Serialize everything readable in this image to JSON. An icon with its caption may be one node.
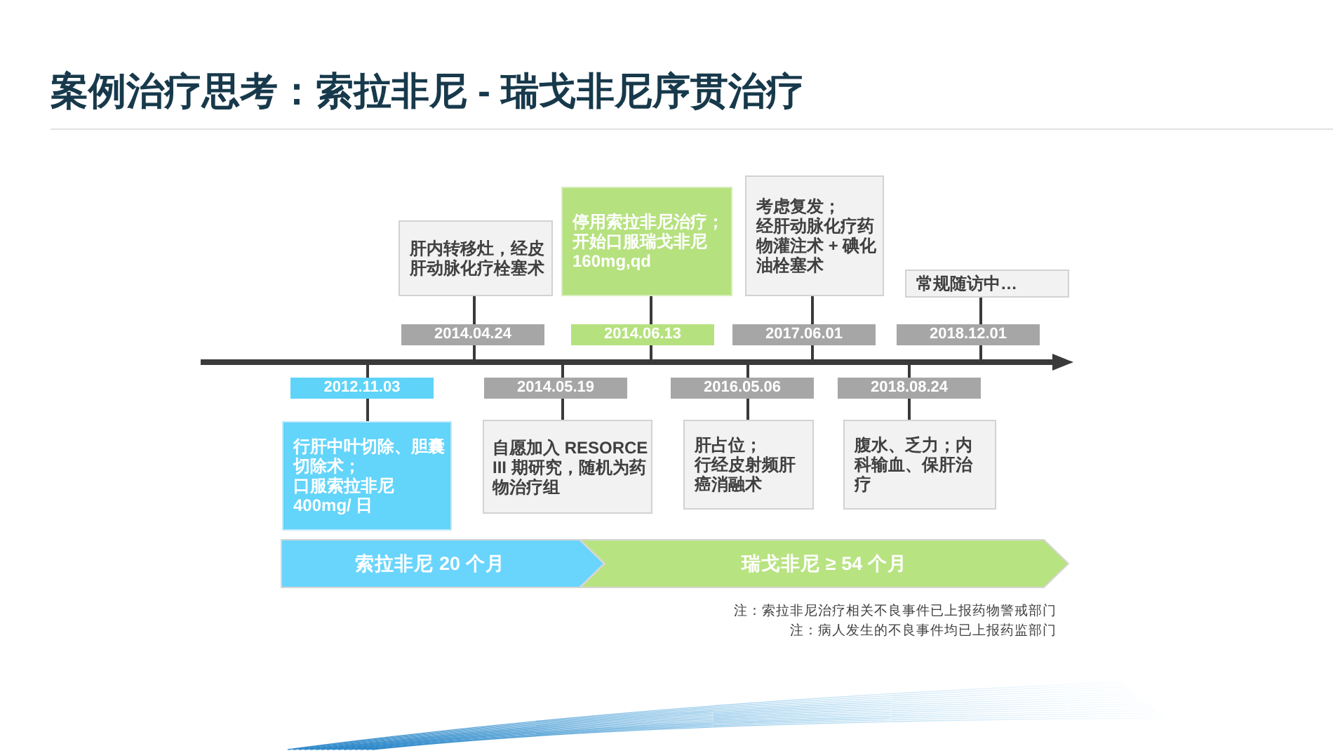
{
  "diagram": {
    "title": "案例治疗思考：索拉非尼 - 瑞戈非尼序贯治疗",
    "nodes": [
      {
        "text": [
          "2012.11.03"
        ]
      },
      {
        "text": [
          "行肝中叶切除、胆囊切除术；",
          "口服索拉非尼400mg/ 日"
        ]
      },
      {
        "text": [
          "2014.04.24"
        ]
      },
      {
        "text": [
          "肝内转移灶，经皮肝动脉化疗栓塞术"
        ]
      },
      {
        "text": [
          "2014.05.19"
        ]
      },
      {
        "text": [
          "自愿加入 RESORCE III 期研究，随机为药物治疗组"
        ]
      },
      {
        "text": [
          "2014.06.13"
        ]
      },
      {
        "text": [
          "停用索拉非尼治疗；",
          "开始口服瑞戈非尼160mg,qd"
        ]
      },
      {
        "text": [
          "2016.05.06"
        ]
      },
      {
        "text": [
          "肝占位；",
          "行经皮射频肝癌消融术"
        ]
      },
      {
        "text": [
          "2017.06.01"
        ]
      },
      {
        "text": [
          "考虑复发；",
          "经肝动脉化疗药物灌注术 + 碘化油栓塞术"
        ]
      },
      {
        "text": [
          "2018.08.24"
        ]
      },
      {
        "text": [
          "腹水、乏力；内科输血、保肝治疗"
        ]
      },
      {
        "text": [
          "2018.12.01"
        ]
      },
      {
        "text": [
          "常规随访中…"
        ]
      },
      {
        "text": [
          "索拉非尼 20 个月"
        ]
      },
      {
        "text": [
          "瑞戈非尼 ≥ 54 个月"
        ]
      },
      {
        "text": [],
        "shape": "arrow"
      }
    ],
    "edges": [
      {
        "from": 18,
        "to": 0,
        "arrow": "none"
      },
      {
        "from": 0,
        "to": 1,
        "arrow": "none"
      },
      {
        "from": 18,
        "to": 2,
        "arrow": "none"
      },
      {
        "from": 2,
        "to": 3,
        "arrow": "none"
      },
      {
        "from": 18,
        "to": 4,
        "arrow": "none"
      },
      {
        "from": 4,
        "to": 5,
        "arrow": "none"
      },
      {
        "from": 18,
        "to": 6,
        "arrow": "none"
      },
      {
        "from": 6,
        "to": 7,
        "arrow": "none"
      },
      {
        "from": 18,
        "to": 8,
        "arrow": "none"
      },
      {
        "from": 8,
        "to": 9,
        "arrow": "none"
      },
      {
        "from": 18,
        "to": 10,
        "arrow": "none"
      },
      {
        "from": 10,
        "to": 11,
        "arrow": "none"
      },
      {
        "from": 18,
        "to": 12,
        "arrow": "none"
      },
      {
        "from": 12,
        "to": 13,
        "arrow": "none"
      },
      {
        "from": 18,
        "to": 14,
        "arrow": "none"
      },
      {
        "from": 14,
        "to": 15,
        "arrow": "none"
      }
    ],
    "labels": [
      "注：索拉非尼治疗相关不良事件已上报药物警戒部门",
      "注：病人发生的不良事件均已上报药监部门"
    ]
  }
}
